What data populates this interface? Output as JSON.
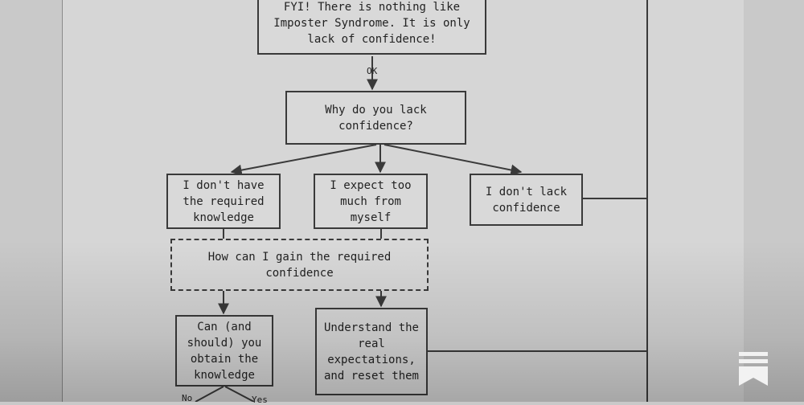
{
  "diagram": {
    "nodes": {
      "top": "FYI! There is nothing like\nImposter Syndrome. It is only\nlack of confidence!",
      "why": "Why do you lack\nconfidence?",
      "knowledge": "I don't have\nthe required\nknowledge",
      "expect": "I expect too\nmuch from\nmyself",
      "dont_lack": "I don't lack\nconfidence",
      "how": "How can I gain the required\nconfidence",
      "can": "Can (and\nshould) you\nobtain the\nknowledge",
      "understand": "Understand the\nreal\nexpectations,\nand reset them"
    },
    "edge_labels": {
      "ok": "OK",
      "no": "No",
      "yes": "Yes"
    }
  },
  "icons": {
    "bookmark": "bookmark-icon"
  },
  "colors": {
    "stroke": "#3a3a3a",
    "page": "#d6d6d6",
    "background": "#c9c9c9",
    "icon": "#f2f2f2"
  }
}
